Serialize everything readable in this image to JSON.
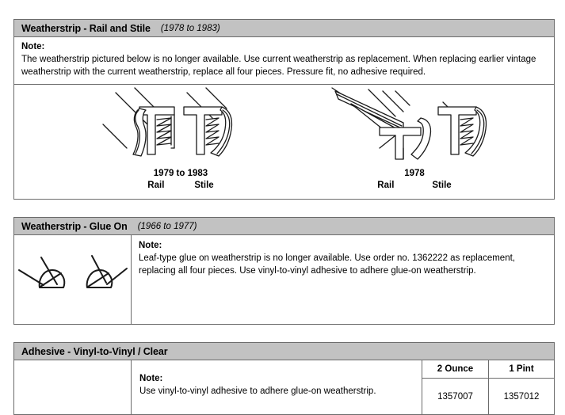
{
  "sections": [
    {
      "id": "rail-stile",
      "title": "Weatherstrip - Rail and Stile",
      "years": "(1978 to 1983)",
      "note_label": "Note:",
      "note_text": "The weatherstrip pictured below is no longer available. Use current weatherstrip as replacement. When replacing earlier vintage weatherstrip with the current weatherstrip, replace all four pieces. Pressure fit, no adhesive required.",
      "figures": [
        {
          "year_label": "1979 to 1983",
          "part_left": "Rail",
          "part_right": "Stile"
        },
        {
          "year_label": "1978",
          "part_left": "Rail",
          "part_right": "Stile"
        }
      ]
    },
    {
      "id": "glue-on",
      "title": "Weatherstrip - Glue On",
      "years": "(1966 to 1977)",
      "note_label": "Note:",
      "note_text": "Leaf-type glue on weatherstrip is no longer available. Use order no. 1362222 as replacement, replacing all four pieces. Use vinyl-to-vinyl adhesive to adhere glue-on weatherstrip."
    },
    {
      "id": "adhesive",
      "title": "Adhesive - Vinyl-to-Vinyl / Clear",
      "years": "",
      "note_label": "Note:",
      "note_text": "Use vinyl-to-vinyl adhesive to adhere glue-on weatherstrip.",
      "table": {
        "columns": [
          "2 Ounce",
          "1 Pint"
        ],
        "part_numbers": [
          "1357007",
          "1357012"
        ]
      }
    }
  ],
  "colors": {
    "header_bg": "#c2c2c2",
    "border": "#6b6b6b",
    "text": "#000000",
    "page_bg": "#ffffff"
  }
}
